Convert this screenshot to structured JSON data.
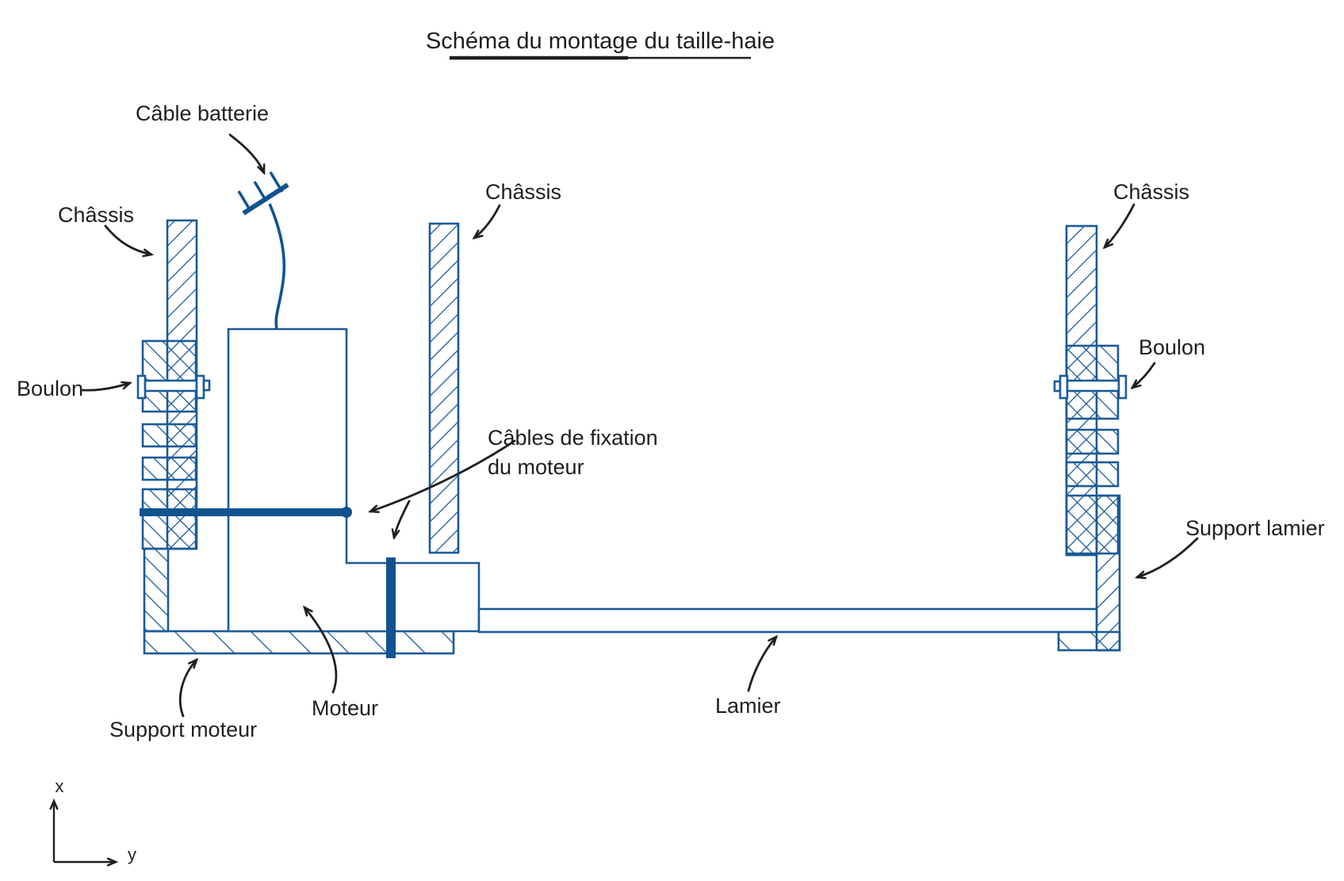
{
  "title": {
    "text": "Schéma du montage du taille-haie"
  },
  "labels": {
    "cable_batterie": "Câble batterie",
    "chassis": "Châssis",
    "boulon": "Boulon",
    "cables_fixation_line1": "Câbles de fixation",
    "cables_fixation_line2": "du moteur",
    "support_lamier": "Support lamier",
    "support_moteur": "Support moteur",
    "moteur": "Moteur",
    "lamier": "Lamier",
    "axis_x": "x",
    "axis_y": "y"
  },
  "colors": {
    "diagram_blue": "#1b5a98",
    "cable_blue": "#10538f",
    "text_black": "#1f1f1f",
    "background": "#ffffff"
  }
}
